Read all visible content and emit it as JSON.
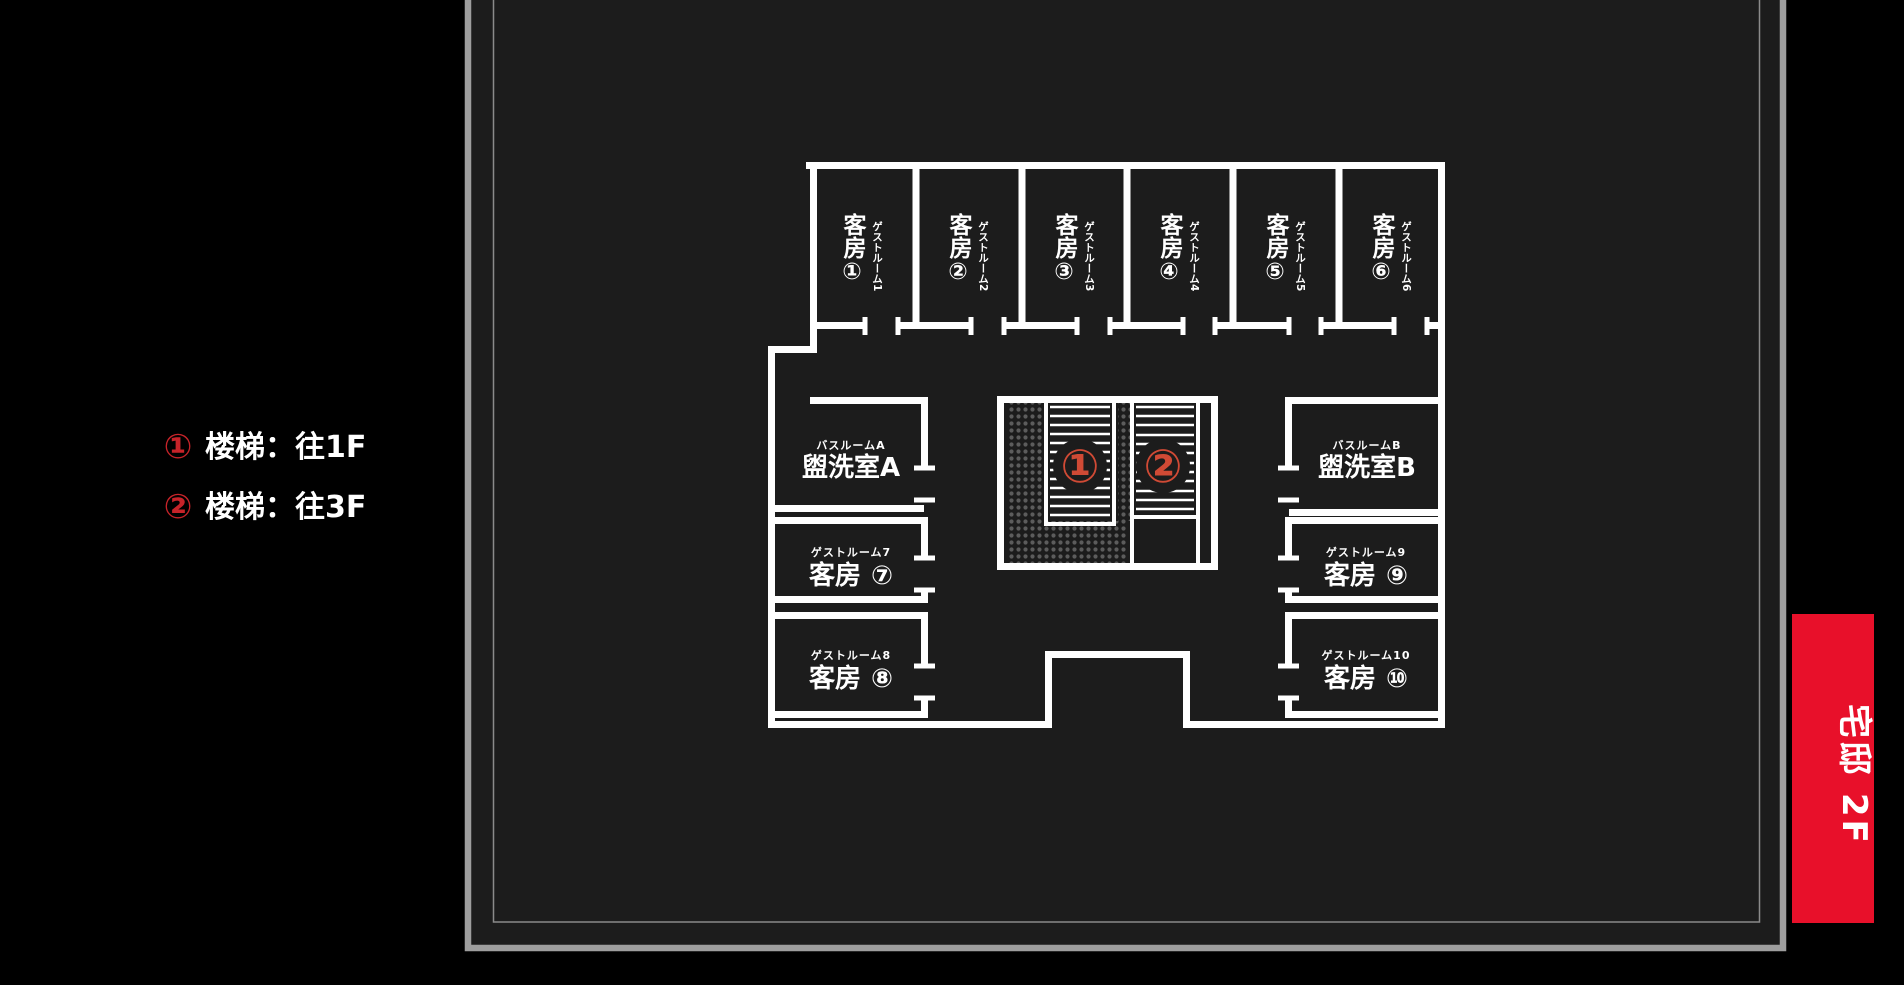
{
  "colors": {
    "background": "#000000",
    "panel_bg": "#1c1c1c",
    "panel_border": "#9e9e9e",
    "panel_border_inner": "#8a8a8a",
    "wall": "#ffffff",
    "banner_red": "#e8102a",
    "legend_red": "#c62329",
    "stair_red": "#d04a35",
    "dot_gray": "#5c5c5c"
  },
  "legend": {
    "items": [
      {
        "marker": "①",
        "label": "楼梯：往1F"
      },
      {
        "marker": "②",
        "label": "楼梯：往3F"
      }
    ]
  },
  "banner": {
    "label": "宅邸 2F"
  },
  "floor_plan": {
    "guest_rooms_top": [
      {
        "name": "客房",
        "number": "①",
        "name_ja": "ゲストルーム1"
      },
      {
        "name": "客房",
        "number": "②",
        "name_ja": "ゲストルーム2"
      },
      {
        "name": "客房",
        "number": "③",
        "name_ja": "ゲストルーム3"
      },
      {
        "name": "客房",
        "number": "④",
        "name_ja": "ゲストルーム4"
      },
      {
        "name": "客房",
        "number": "⑤",
        "name_ja": "ゲストルーム5"
      },
      {
        "name": "客房",
        "number": "⑥",
        "name_ja": "ゲストルーム6"
      }
    ],
    "washrooms": [
      {
        "name_ja": "バスルームA",
        "name": "盥洗室A"
      },
      {
        "name_ja": "バスルームB",
        "name": "盥洗室B"
      }
    ],
    "guest_rooms_side": [
      {
        "name_ja": "ゲストルーム7",
        "name": "客房",
        "number": "⑦"
      },
      {
        "name_ja": "ゲストルーム8",
        "name": "客房",
        "number": "⑧"
      },
      {
        "name_ja": "ゲストルーム9",
        "name": "客房",
        "number": "⑨"
      },
      {
        "name_ja": "ゲストルーム10",
        "name": "客房",
        "number": "⑩"
      }
    ],
    "stair_markers": [
      {
        "marker": "①"
      },
      {
        "marker": "②"
      }
    ]
  }
}
